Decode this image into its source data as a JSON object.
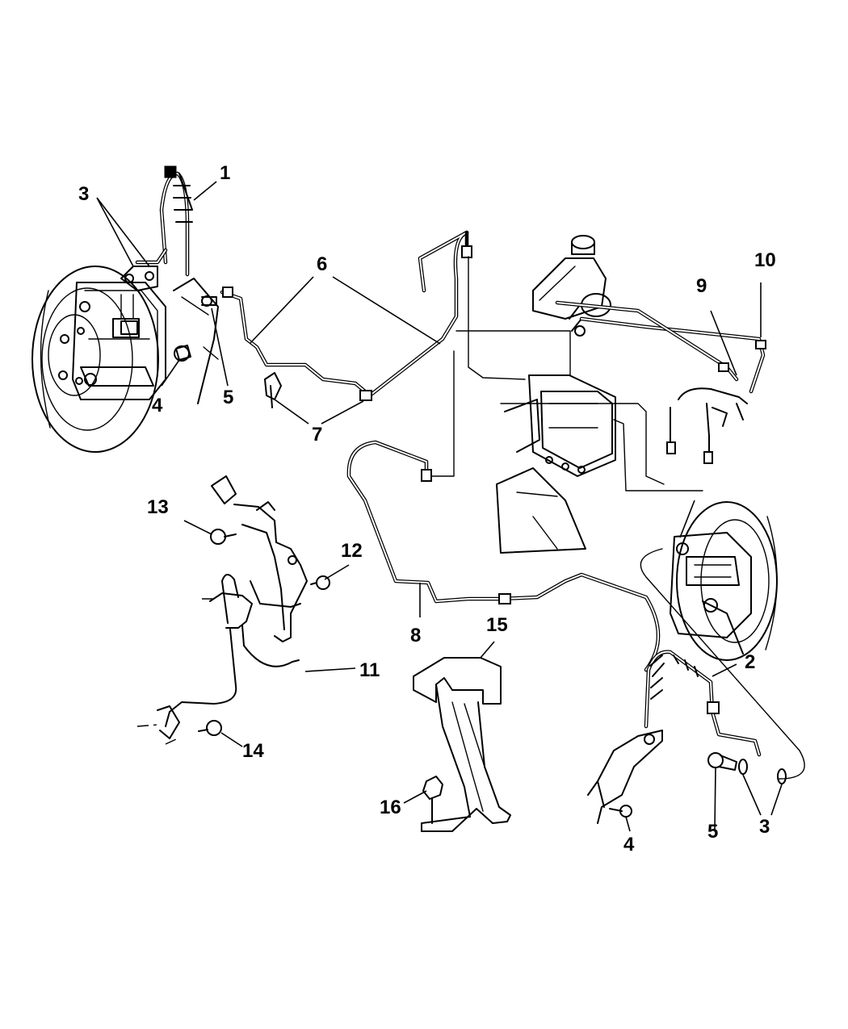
{
  "callouts": [
    {
      "id": "1",
      "label": "1"
    },
    {
      "id": "2",
      "label": "2"
    },
    {
      "id": "3a",
      "label": "3"
    },
    {
      "id": "3b",
      "label": "3"
    },
    {
      "id": "4a",
      "label": "4"
    },
    {
      "id": "4b",
      "label": "4"
    },
    {
      "id": "5a",
      "label": "5"
    },
    {
      "id": "5b",
      "label": "5"
    },
    {
      "id": "6",
      "label": "6"
    },
    {
      "id": "7",
      "label": "7"
    },
    {
      "id": "8",
      "label": "8"
    },
    {
      "id": "9",
      "label": "9"
    },
    {
      "id": "10",
      "label": "10"
    },
    {
      "id": "11",
      "label": "11"
    },
    {
      "id": "12",
      "label": "12"
    },
    {
      "id": "13",
      "label": "13"
    },
    {
      "id": "14",
      "label": "14"
    },
    {
      "id": "15",
      "label": "15"
    },
    {
      "id": "16",
      "label": "16"
    }
  ]
}
